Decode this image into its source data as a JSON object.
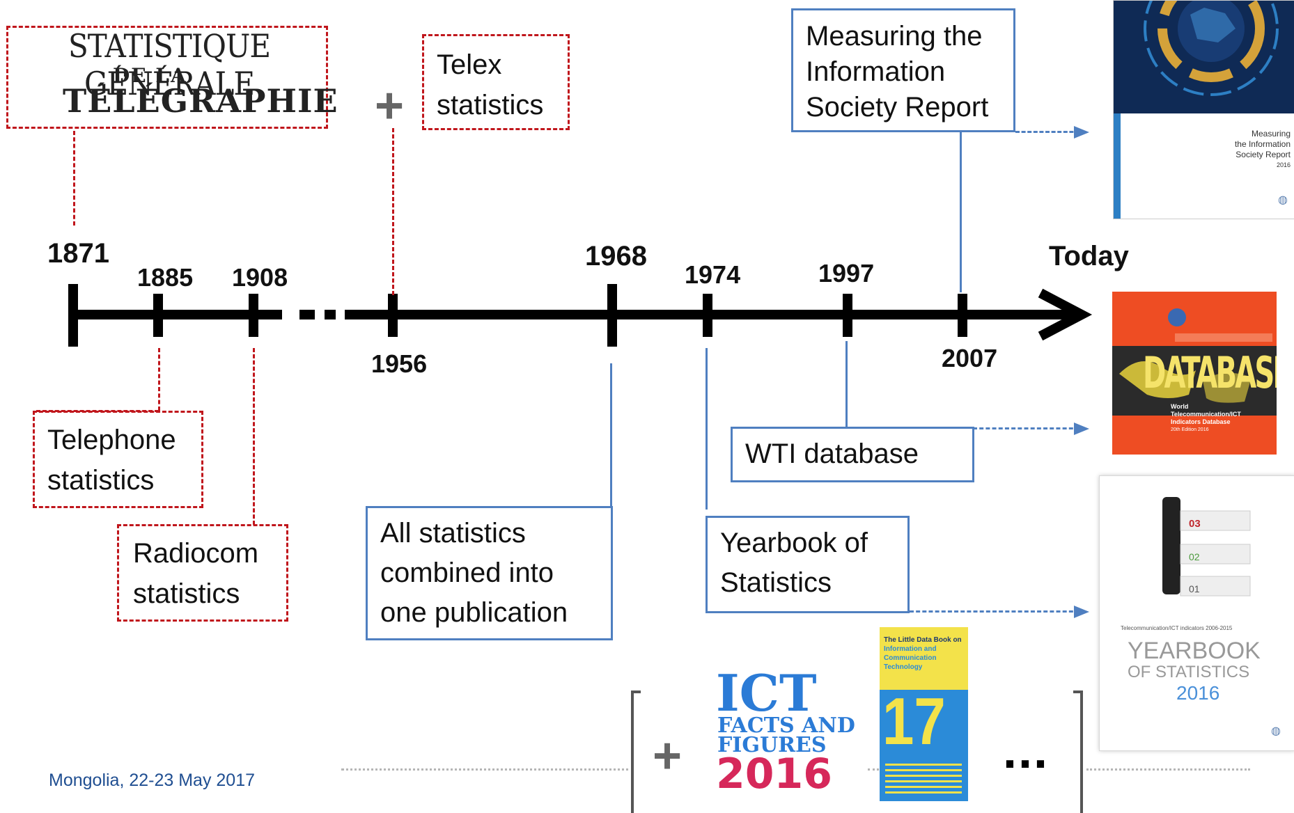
{
  "header_image": {
    "line1": "STATISTIQUE GÉNÉRALE",
    "line2": "DE LA",
    "line3": "TÉLÉGRAPHIE"
  },
  "timeline": {
    "years": {
      "y1871": "1871",
      "y1885": "1885",
      "y1908": "1908",
      "y1956": "1956",
      "y1968": "1968",
      "y1974": "1974",
      "y1997": "1997",
      "y2007": "2007",
      "today": "Today"
    },
    "gap_dots": "..."
  },
  "boxes": {
    "telex": [
      "Telex",
      "statistics"
    ],
    "telephone": [
      "Telephone",
      "statistics"
    ],
    "radiocom": [
      "Radiocom",
      "statistics"
    ],
    "all_stats": [
      "All statistics",
      "combined into",
      "one publication"
    ],
    "yearbook": [
      "Yearbook of",
      "Statistics"
    ],
    "wti": "WTI database",
    "mis": [
      "Measuring the",
      "Information",
      "Society Report"
    ]
  },
  "covers": {
    "mis_cover": {
      "line1": "Measuring",
      "line2": "the Information",
      "line3": "Society Report",
      "line4": "2016"
    },
    "db_cover": {
      "big": "DATABASE",
      "sub1": "World",
      "sub2": "Telecommunication/ICT",
      "sub3": "Indicators Database",
      "edition": "20th Edition 2016"
    },
    "yearbook_cover": {
      "badge3": "03",
      "badge2": "02",
      "badge1": "01",
      "caption": "Telecommunication/ICT indicators 2006-2015",
      "title1": "YEARBOOK",
      "title2": "OF STATISTICS",
      "year": "2016"
    },
    "ict_facts": {
      "line1": "ICT",
      "line2": "FACTS AND",
      "line3": "FIGURES",
      "line4": "2016"
    },
    "little_data_book": {
      "line1": "The Little Data Book on",
      "line2": "Information and",
      "line3": "Communication",
      "line4": "Technology",
      "number": "17"
    }
  },
  "bottom": {
    "location_date": "Mongolia, 22-23 May 2017",
    "plus": "+",
    "ellipsis": "..."
  },
  "colors": {
    "red": "#c0161c",
    "blue": "#4f7fc0",
    "dark_blue_text": "#1f4e91",
    "orange_cover": "#ee4d23"
  }
}
